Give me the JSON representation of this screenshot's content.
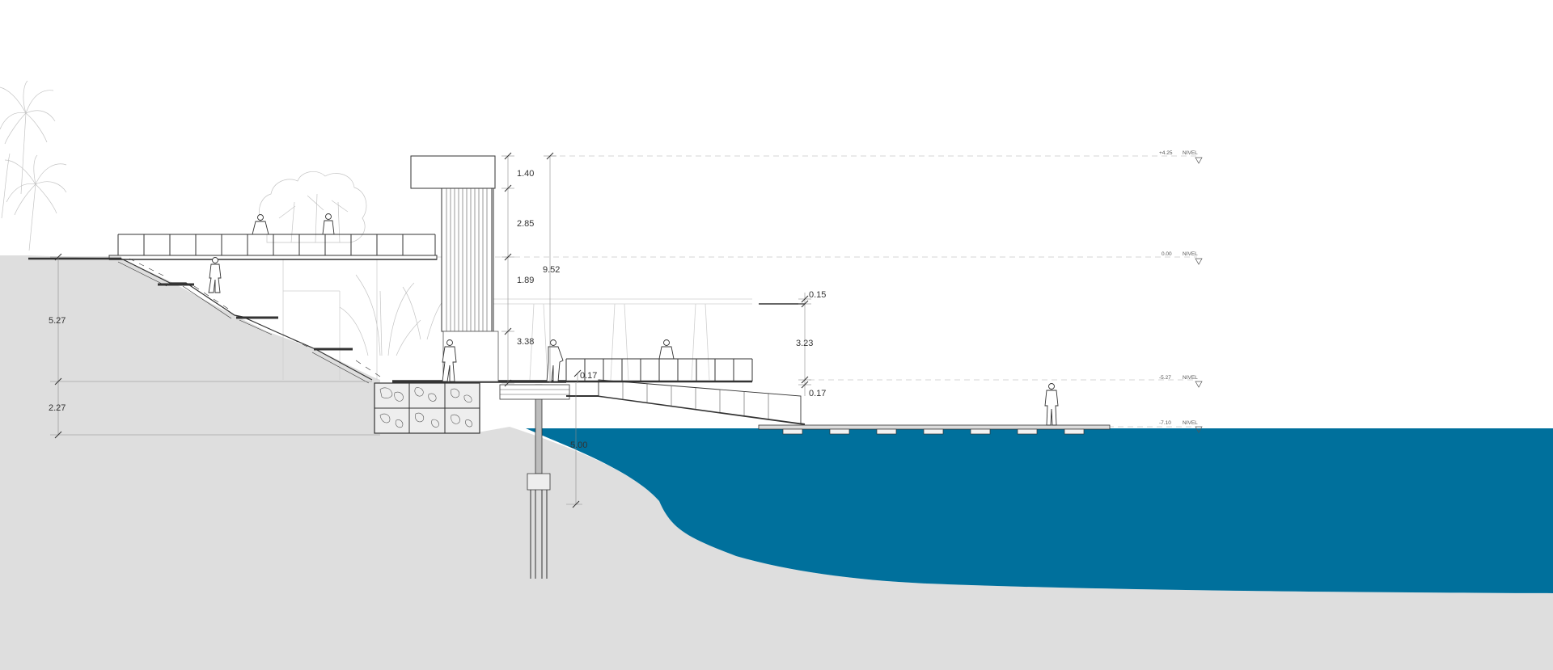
{
  "section": {
    "colors": {
      "water": "#00709c",
      "ground": "#dedede",
      "ink": "#333333"
    },
    "dimensions": {
      "left_upper": "5.27",
      "left_lower": "2.27",
      "tower_top": "1.40",
      "tower_mid": "2.85",
      "tower_b": "1.89",
      "tower_c": "3.38",
      "tower_total": "9.52",
      "pier_depth": "5.00",
      "ramp_step": "0.17",
      "canopy_thick": "0.15",
      "canopy_height": "3.23",
      "canopy_base": "0.17"
    },
    "levels": [
      {
        "value": "+4.25",
        "label": "NIVEL"
      },
      {
        "value": "0.00",
        "label": "NIVEL"
      },
      {
        "value": "-5.27",
        "label": "NIVEL"
      },
      {
        "value": "-7.10",
        "label": "NIVEL"
      }
    ]
  }
}
